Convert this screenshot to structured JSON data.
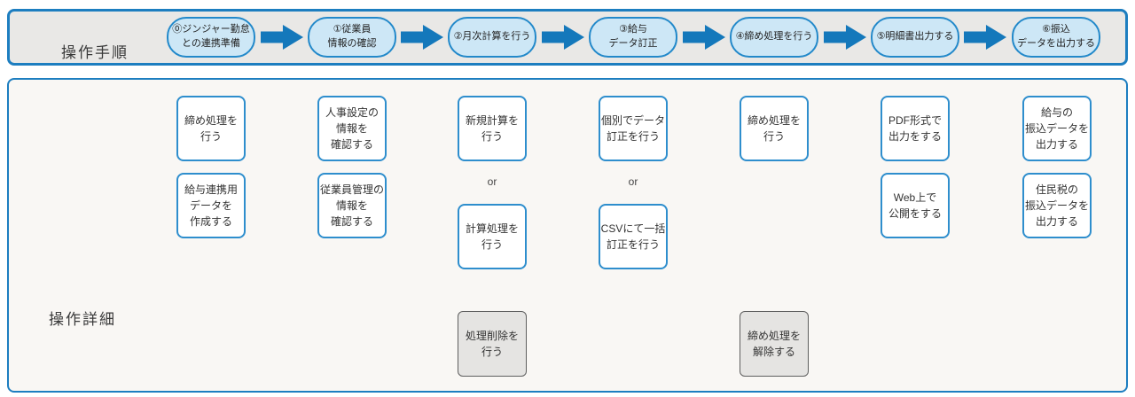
{
  "procedure_bar": {
    "label": "操作手順"
  },
  "details_panel": {
    "label": "操作詳細"
  },
  "or_label": "or",
  "steps": [
    {
      "label": "⓪ジンジャー勤怠\nとの連携準備"
    },
    {
      "label": "①従業員\n情報の確認"
    },
    {
      "label": "②月次計算を行う"
    },
    {
      "label": "③給与\nデータ訂正"
    },
    {
      "label": "④締め処理を行う"
    },
    {
      "label": "⑤明細書出力する"
    },
    {
      "label": "⑥振込\nデータを出力する"
    }
  ],
  "columns": [
    {
      "step": "0",
      "boxes": [
        {
          "text": "締め処理を\n行う",
          "variant": "primary"
        },
        {
          "text": "給与連携用\nデータを\n作成する",
          "variant": "primary"
        }
      ]
    },
    {
      "step": "1",
      "boxes": [
        {
          "text": "人事設定の\n情報を\n確認する",
          "variant": "primary"
        },
        {
          "text": "従業員管理の\n情報を\n確認する",
          "variant": "primary"
        }
      ]
    },
    {
      "step": "2",
      "boxes": [
        {
          "text": "新規計算を\n行う",
          "variant": "primary"
        },
        {
          "text": "計算処理を\n行う",
          "variant": "primary"
        },
        {
          "text": "処理削除を\n行う",
          "variant": "secondary"
        }
      ]
    },
    {
      "step": "3",
      "boxes": [
        {
          "text": "個別でデータ\n訂正を行う",
          "variant": "primary"
        },
        {
          "text": "CSVにて一括\n訂正を行う",
          "variant": "primary"
        }
      ]
    },
    {
      "step": "4",
      "boxes": [
        {
          "text": "締め処理を\n行う",
          "variant": "primary"
        },
        {
          "text": "締め処理を\n解除する",
          "variant": "secondary"
        }
      ]
    },
    {
      "step": "5",
      "boxes": [
        {
          "text": "PDF形式で\n出力をする",
          "variant": "primary"
        },
        {
          "text": "Web上で\n公開をする",
          "variant": "primary"
        }
      ]
    },
    {
      "step": "6",
      "boxes": [
        {
          "text": "給与の\n振込データを\n出力する",
          "variant": "primary"
        },
        {
          "text": "住民税の\n振込データを\n出力する",
          "variant": "primary"
        }
      ]
    }
  ],
  "colors": {
    "accent_blue": "#1d7ec0",
    "node_fill": "#cde7f6",
    "node_border": "#2389ca",
    "arrow_blue": "#1478bb",
    "bar_bg": "#e9e8e6",
    "panel_bg": "#f9f7f4",
    "box_border": "#2e8ecd",
    "gray_box_fill": "#e5e4e2",
    "gray_box_border": "#5f5f5f",
    "text": "#333333"
  }
}
